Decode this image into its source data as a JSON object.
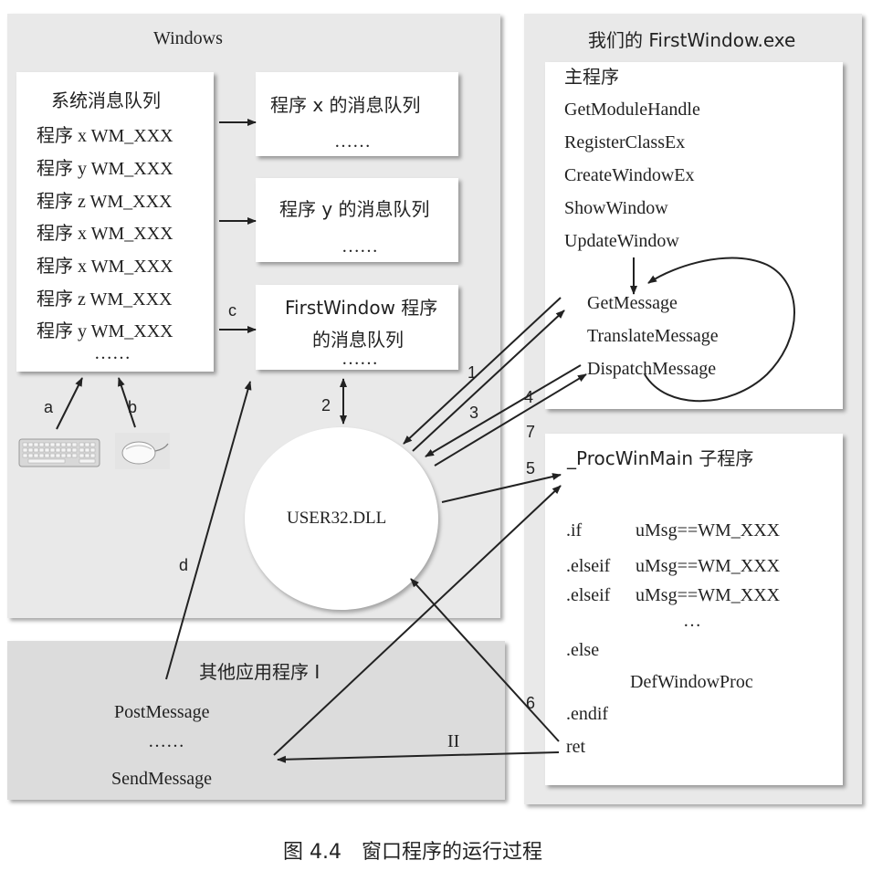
{
  "windows": {
    "title": "Windows",
    "system_queue": {
      "title": "系统消息队列",
      "items": [
        "程序 x WM_XXX",
        "程序 y WM_XXX",
        "程序 z WM_XXX",
        "程序 x WM_XXX",
        "程序 x WM_XXX",
        "程序 z WM_XXX",
        "程序 y WM_XXX"
      ],
      "ellipsis": "……"
    },
    "queue_x": {
      "line1": "程序 x 的消息队列",
      "line2": "……"
    },
    "queue_y": {
      "line1": "程序 y 的消息队列",
      "line2": "……"
    },
    "queue_fw": {
      "line1": "FirstWindow 程序",
      "line2": "的消息队列",
      "line3": "……"
    },
    "user32": "USER32.DLL",
    "keyboard_icon": "keyboard-icon",
    "mouse_icon": "mouse-icon"
  },
  "firstwindow": {
    "title": "我们的 FirstWindow.exe",
    "main": {
      "title": "主程序",
      "calls": [
        "GetModuleHandle",
        "RegisterClassEx",
        "CreateWindowEx",
        "ShowWindow",
        "UpdateWindow"
      ],
      "loop": [
        "GetMessage",
        "TranslateMessage",
        "DispatchMessage"
      ]
    },
    "proc": {
      "title": "_ProcWinMain 子程序",
      "lines": [
        {
          "kw": ".if",
          "cond": "uMsg==WM_XXX"
        },
        {
          "kw": ".elseif",
          "cond": "uMsg==WM_XXX"
        },
        {
          "kw": ".elseif",
          "cond": "uMsg==WM_XXX"
        }
      ],
      "dots": "…",
      "else": ".else",
      "default": "DefWindowProc",
      "endif": ".endif",
      "ret": "ret"
    }
  },
  "other_app": {
    "title": "其他应用程序 I",
    "post": "PostMessage",
    "dots": "……",
    "send": "SendMessage"
  },
  "labels": {
    "a": "a",
    "b": "b",
    "c": "c",
    "d": "d",
    "n1": "1",
    "n2": "2",
    "n3": "3",
    "n4": "4",
    "n5": "5",
    "n6": "6",
    "n7": "7",
    "roman2": "II"
  },
  "caption": "图 4.4　窗口程序的运行过程"
}
